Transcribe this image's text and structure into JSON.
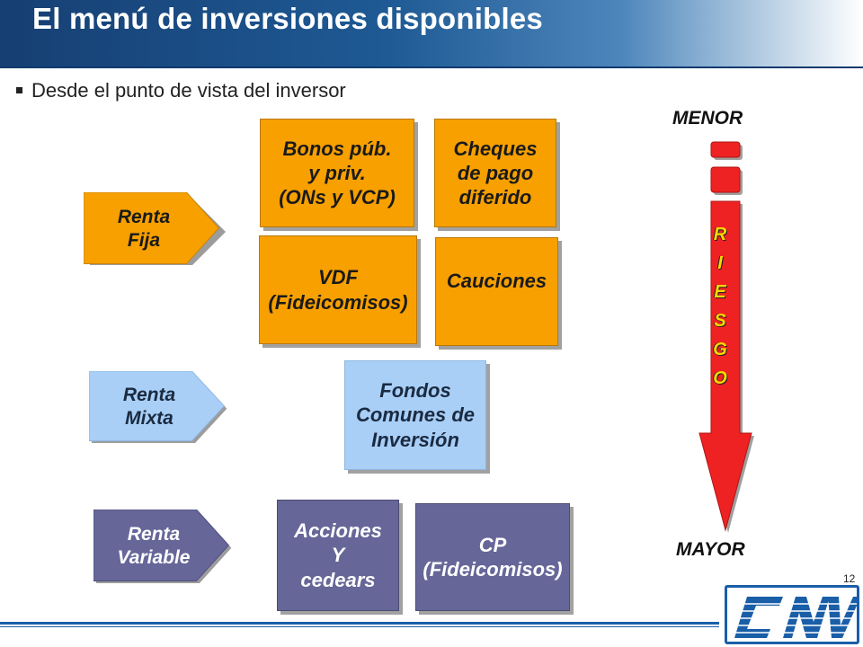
{
  "title": "El menú de inversiones disponibles",
  "subtitle": "Desde el punto de vista del inversor",
  "categories": {
    "renta_fija": "Renta\nFija",
    "renta_mixta": "Renta\nMixta",
    "renta_variable": "Renta\nVariable"
  },
  "instruments": {
    "bonos": "Bonos púb.\ny priv.\n(ONs y VCP)",
    "cheques": "Cheques\nde pago\ndiferido",
    "vdf": "VDF\n(Fideicomisos)",
    "cauciones": "Cauciones",
    "fondos": "Fondos\nComunes de\nInversión",
    "acciones": "Acciones\nY\ncedears",
    "cp": "CP\n(Fideicomisos)"
  },
  "risk_scale": {
    "top_label": "MENOR",
    "bottom_label": "MAYOR",
    "axis_label": "R\nI\nE\nS\nG\nO"
  },
  "page_number": "12",
  "logo_text": "CNV",
  "colors": {
    "header": "#1f5a94",
    "orange": "#f7a000",
    "light_blue": "#a9cff7",
    "purple": "#666699",
    "arrow": "#ee2222"
  }
}
